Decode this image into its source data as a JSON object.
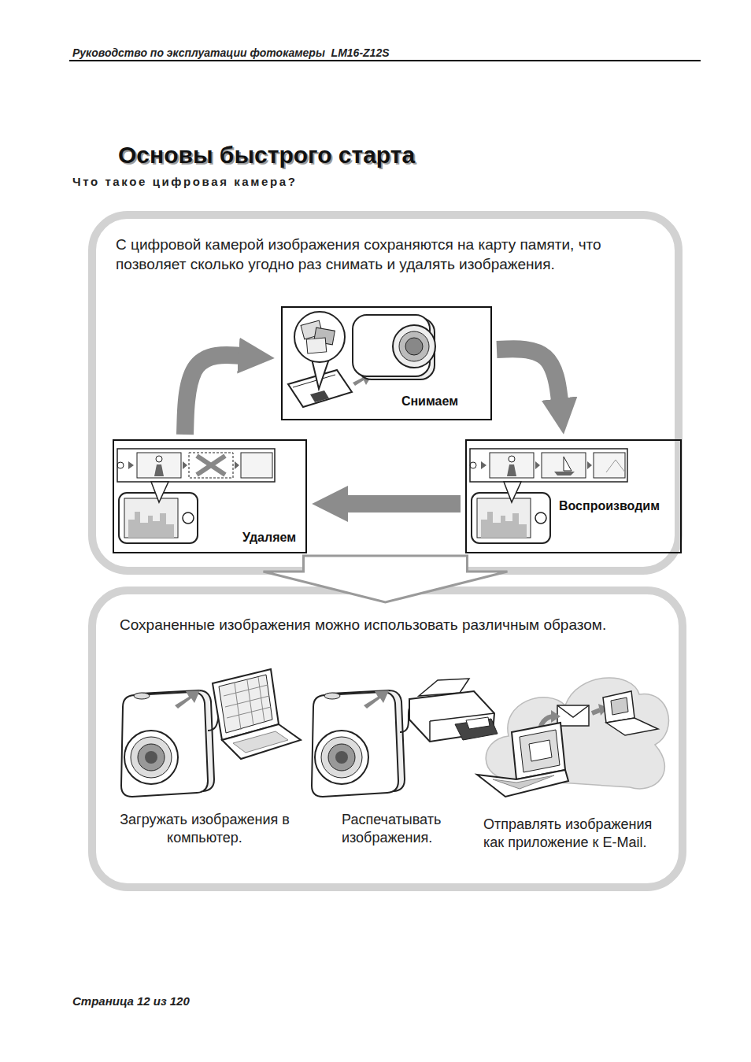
{
  "diagram": {
    "title": "Основы быстрого старта",
    "nodes": [
      {
        "text": [
          "С цифровой камерой изображения сохраняются на карту памяти, что позволяет сколько угодно раз снимать и удалять изображения."
        ]
      },
      {
        "text": [
          "Снимаем"
        ],
        "in": 0
      },
      {
        "text": [
          "Воспроизводим"
        ],
        "in": 0
      },
      {
        "text": [
          "Удаляем"
        ],
        "in": 0
      },
      {
        "text": [
          "Сохраненные изображения можно использовать различным образом."
        ]
      }
    ],
    "edges": [
      {
        "from": 1,
        "to": 2,
        "arrow": "to"
      },
      {
        "from": 2,
        "to": 3,
        "arrow": "to"
      },
      {
        "from": 3,
        "to": 1,
        "arrow": "to"
      },
      {
        "from": 0,
        "to": 4,
        "arrow": "to"
      }
    ],
    "labels": [
      "Руководство по эксплуатации фотокамеры  LM16-Z12S",
      "Что такое цифровая камера?",
      "Загружать изображения в компьютер.",
      "Распечатывать изображения.",
      "Отправлять изображения как приложение к E-Mail.",
      "Страница 12 из 120"
    ]
  }
}
